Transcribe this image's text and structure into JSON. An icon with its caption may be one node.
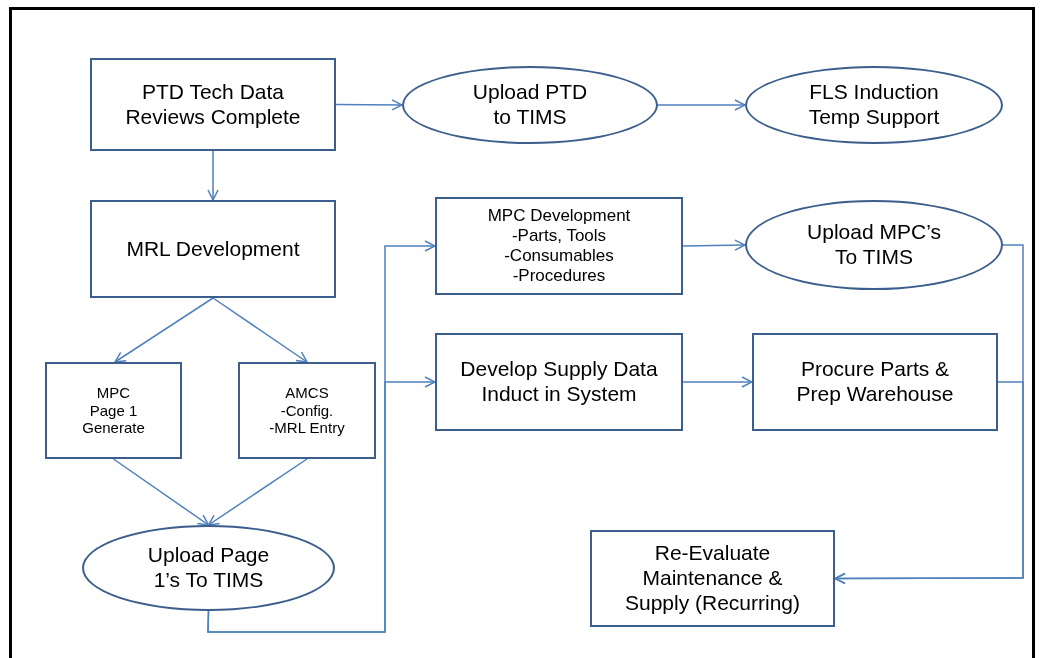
{
  "diagram": {
    "nodes": [
      {
        "text": [
          "PTD Tech Data Reviews Complete"
        ]
      },
      {
        "text": [
          "Upload PTD to TIMS"
        ]
      },
      {
        "text": [
          "FLS Induction Temp Support"
        ]
      },
      {
        "text": [
          "MRL Development"
        ]
      },
      {
        "text": [
          "MPC Development",
          "-Parts, Tools",
          "-Consumables",
          "-Procedures"
        ]
      },
      {
        "text": [
          "Upload MPC’s To TIMS"
        ]
      },
      {
        "text": [
          "MPC",
          "Page 1",
          "Generate"
        ]
      },
      {
        "text": [
          "AMCS",
          "-Config.",
          "-MRL Entry"
        ]
      },
      {
        "text": [
          "Develop Supply Data Induct in System"
        ]
      },
      {
        "text": [
          "Procure Parts & Prep Warehouse"
        ]
      },
      {
        "text": [
          "Upload Page 1’s To TIMS"
        ]
      },
      {
        "text": [
          "Re-Evaluate Maintenance & Supply (Recurring)"
        ]
      }
    ],
    "edges": [
      {
        "from": 0,
        "to": 1,
        "arrow": "to"
      },
      {
        "from": 1,
        "to": 2,
        "arrow": "to"
      },
      {
        "from": 0,
        "to": 3,
        "arrow": "to"
      },
      {
        "from": 3,
        "to": 6,
        "arrow": "to"
      },
      {
        "from": 3,
        "to": 7,
        "arrow": "to"
      },
      {
        "from": 6,
        "to": 10,
        "arrow": "to"
      },
      {
        "from": 7,
        "to": 10,
        "arrow": "to"
      },
      {
        "from": 10,
        "to": 4,
        "arrow": "to"
      },
      {
        "from": 10,
        "to": 8,
        "arrow": "to"
      },
      {
        "from": 4,
        "to": 5,
        "arrow": "to"
      },
      {
        "from": 8,
        "to": 9,
        "arrow": "to"
      },
      {
        "from": 5,
        "to": 11,
        "arrow": "to"
      },
      {
        "from": 9,
        "to": 11,
        "arrow": "to"
      }
    ]
  }
}
